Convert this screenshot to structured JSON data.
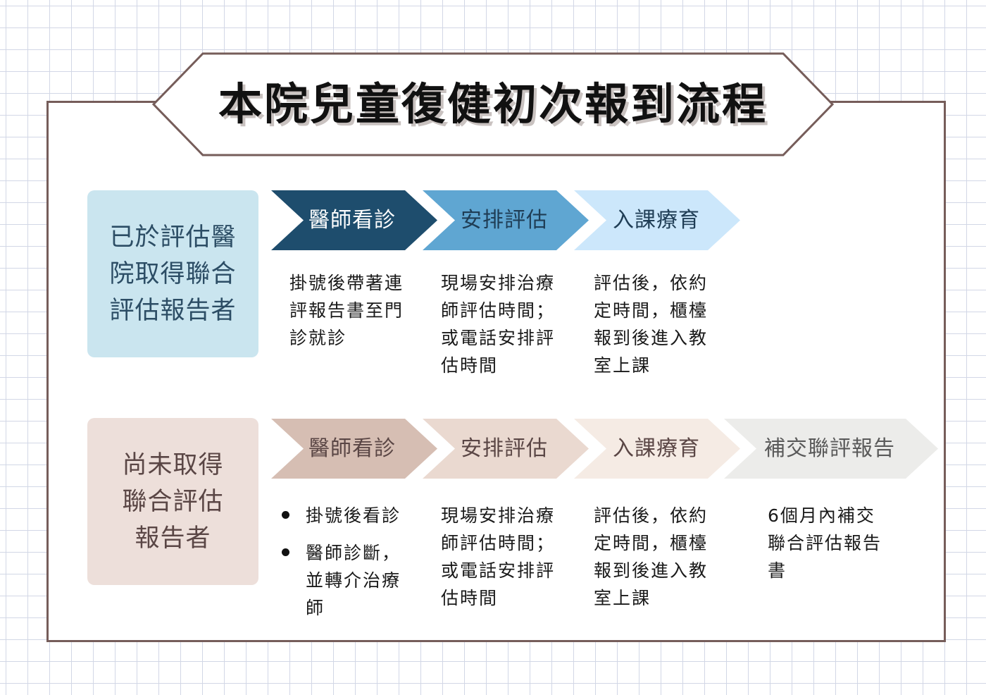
{
  "title": "本院兒童復健初次報到流程",
  "colors": {
    "frame_border": "#765d5a",
    "grid_line": "#d2d7e6",
    "row1_step1": "#1e4d6d",
    "row1_step2": "#5fa6d2",
    "row1_step3": "#cce7fb",
    "row2_step1": "#d6beb3",
    "row2_step2": "#ead9d0",
    "row2_step3": "#f5ebe4",
    "row2_step4": "#ececea"
  },
  "rows": [
    {
      "category": [
        "已於評估醫",
        "院取得聯合",
        "評估報告者"
      ],
      "steps": [
        {
          "label": "醫師看診",
          "desc": "掛號後帶著連評報告書至門診就診"
        },
        {
          "label": "安排評估",
          "desc": "現場安排治療師評估時間；或電話安排評估時間"
        },
        {
          "label": "入課療育",
          "desc": "評估後，依約定時間，櫃檯報到後進入教室上課"
        }
      ]
    },
    {
      "category": [
        "尚未取得",
        "聯合評估",
        "報告者"
      ],
      "steps": [
        {
          "label": "醫師看診",
          "bullets": [
            "掛號後看診",
            "醫師診斷，並轉介治療師"
          ]
        },
        {
          "label": "安排評估",
          "desc": "現場安排治療師評估時間；或電話安排評估時間"
        },
        {
          "label": "入課療育",
          "desc": "評估後，依約定時間，櫃檯報到後進入教室上課"
        },
        {
          "label": "補交聯評報告",
          "desc": "6個月內補交聯合評估報告書"
        }
      ]
    }
  ]
}
